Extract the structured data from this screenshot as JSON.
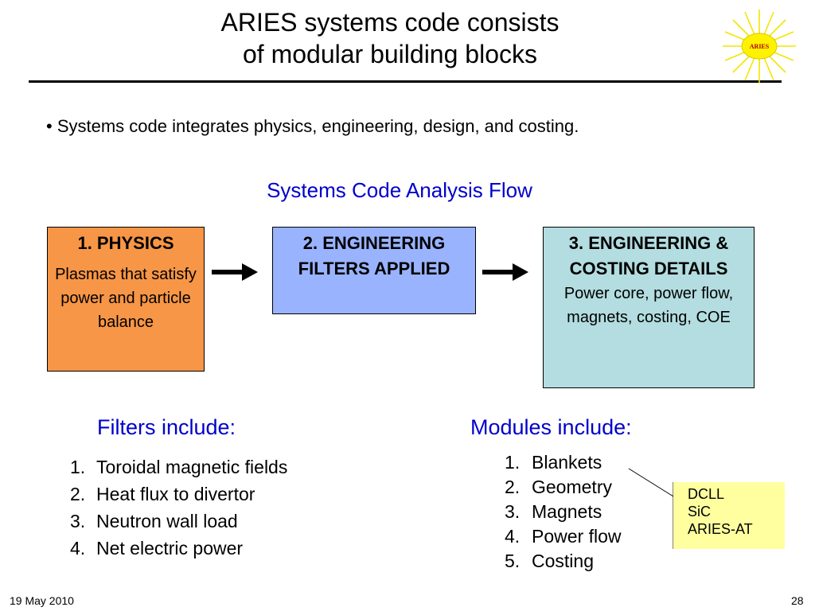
{
  "slide": {
    "title_line1": "ARIES systems code consists",
    "title_line2": "of modular building blocks",
    "logo_text": "ARIES",
    "bullet": "Systems code integrates physics, engineering, design, and costing.",
    "flow_title": "Systems Code Analysis Flow",
    "boxes": [
      {
        "head": "1. PHYSICS",
        "desc": "Plasmas that satisfy power and particle balance",
        "color": "#f79646"
      },
      {
        "head": "2. ENGINEERING FILTERS APPLIED",
        "color": "#99b3ff"
      },
      {
        "head": "3. ENGINEERING & COSTING DETAILS",
        "desc": "Power core, power flow, magnets, costing, COE",
        "color": "#b3dde0"
      }
    ],
    "filters_heading": "Filters include:",
    "filters": [
      {
        "num": "1.",
        "text": "Toroidal magnetic fields"
      },
      {
        "num": "2.",
        "text": "Heat flux to divertor"
      },
      {
        "num": "3.",
        "text": "Neutron wall load"
      },
      {
        "num": "4.",
        "text": "Net electric power"
      }
    ],
    "modules_heading": "Modules include:",
    "modules": [
      {
        "num": "1.",
        "text": "Blankets"
      },
      {
        "num": "2.",
        "text": "Geometry"
      },
      {
        "num": "3.",
        "text": "Magnets"
      },
      {
        "num": "4.",
        "text": "Power flow"
      },
      {
        "num": "5.",
        "text": "Costing"
      }
    ],
    "blanket_options": [
      "DCLL",
      "SiC",
      "ARIES-AT"
    ],
    "footer_date": "19 May 2010",
    "page_number": "28",
    "accent_color": "#0000cc"
  }
}
